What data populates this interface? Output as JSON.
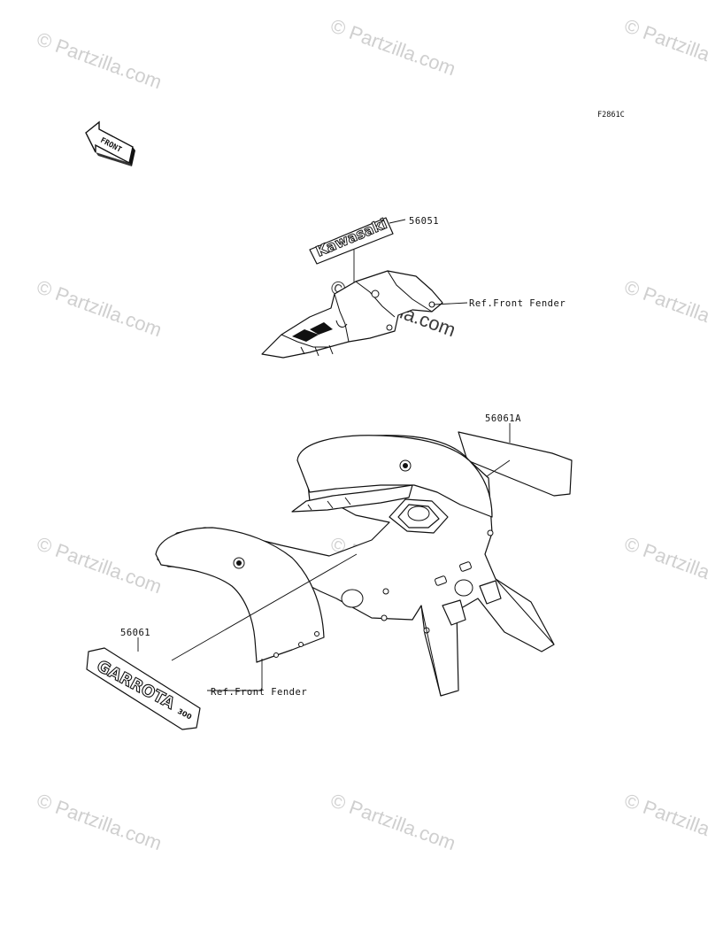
{
  "diagram_code": "F2861C",
  "front_arrow_label": "FRONT",
  "watermark_text": "© Partzilla.com",
  "labels": {
    "decal_upper": "56051",
    "decal_right": "56061A",
    "decal_lower": "56061",
    "ref_upper": "Ref.Front Fender",
    "ref_lower": "Ref.Front Fender"
  },
  "decal_text": {
    "upper": "Kawasaki",
    "lower": "GARROTA",
    "lower_suffix": "300"
  },
  "colors": {
    "line": "#111111",
    "watermark": "#cfcfcf",
    "background": "#ffffff"
  }
}
